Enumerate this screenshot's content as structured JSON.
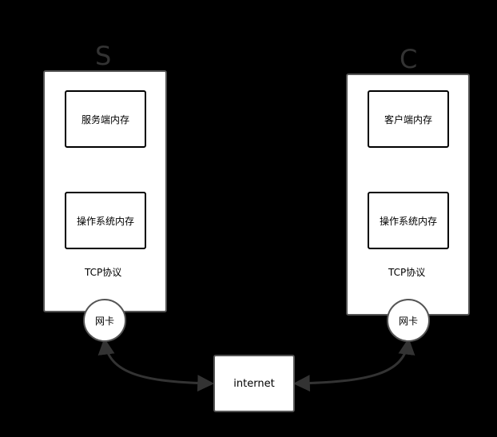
{
  "server": {
    "title": "S",
    "app_memory": "服务端内存",
    "os_memory": "操作系统内存",
    "protocol": "TCP协议",
    "nic": "网卡"
  },
  "client": {
    "title": "C",
    "app_memory": "客户端内存",
    "os_memory": "操作系统内存",
    "protocol": "TCP协议",
    "nic": "网卡"
  },
  "network": {
    "label": "internet"
  },
  "colors": {
    "background": "#000000",
    "box_fill": "#ffffff",
    "connector": "#333333"
  }
}
